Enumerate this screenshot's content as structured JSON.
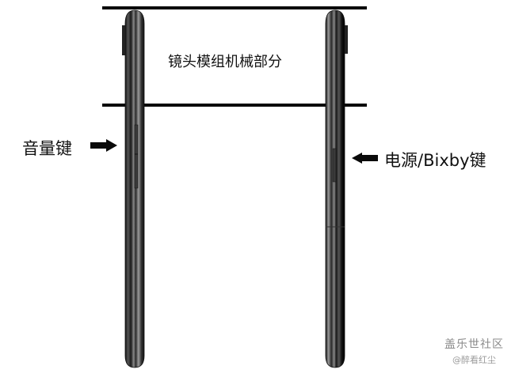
{
  "diagram": {
    "title_label": "镜头模组机械部分",
    "left_label": "音量键",
    "right_label": "电源/Bixby键",
    "line_color": "#0a0a0a",
    "phone_color": "#2a2a2a"
  },
  "watermark": {
    "title": "盖乐世社区",
    "author": "@醉看红尘"
  }
}
